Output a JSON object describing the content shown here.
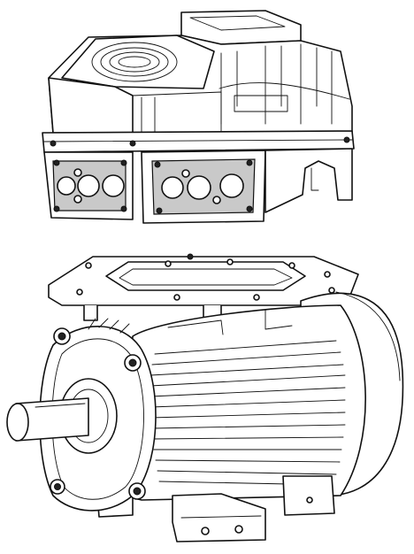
{
  "figure": {
    "drawing": "line-art",
    "stroke_color": "#111111",
    "background_color": "#ffffff",
    "parts": [
      "drive-unit",
      "adapter-plate",
      "electric-motor"
    ]
  }
}
